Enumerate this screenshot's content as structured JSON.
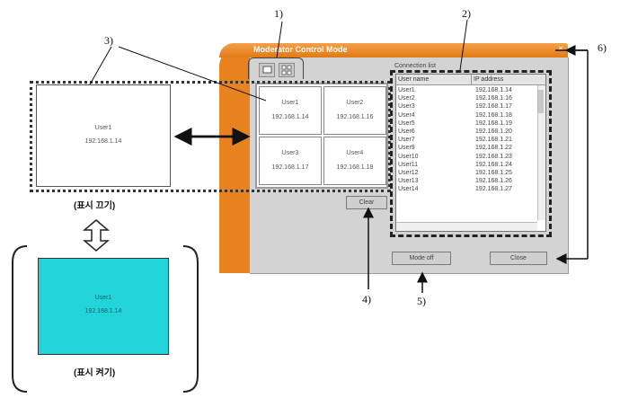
{
  "window": {
    "title": "Moderator Control Mode",
    "close_glyph": "×",
    "accent_color": "#e8821e",
    "body_color": "#d3d3d3"
  },
  "layout_buttons": [
    {
      "name": "single-view",
      "icon": "single-screen-icon"
    },
    {
      "name": "quad-view",
      "icon": "quad-grid-icon"
    }
  ],
  "grid_tiles": [
    {
      "user": "User1",
      "ip": "192.168.1.14"
    },
    {
      "user": "User2",
      "ip": "192.168.1.16"
    },
    {
      "user": "User3",
      "ip": "192.168.1.17"
    },
    {
      "user": "User4",
      "ip": "192.168.1.18"
    }
  ],
  "clear_label": "Clear",
  "connection_list": {
    "label": "Connection list",
    "columns": [
      "User name",
      "IP address"
    ],
    "rows": [
      {
        "name": "User1",
        "ip": "192.168.1.14"
      },
      {
        "name": "User2",
        "ip": "192.168.1.16"
      },
      {
        "name": "User3",
        "ip": "192.168.1.17"
      },
      {
        "name": "User4",
        "ip": "192.168.1.18"
      },
      {
        "name": "User5",
        "ip": "192.168.1.19"
      },
      {
        "name": "User6",
        "ip": "192.168.1.20"
      },
      {
        "name": "User7",
        "ip": "192.168.1.21"
      },
      {
        "name": "User9",
        "ip": "192.168.1.22"
      },
      {
        "name": "User10",
        "ip": "192.168.1.23"
      },
      {
        "name": "User11",
        "ip": "192.168.1.24"
      },
      {
        "name": "User12",
        "ip": "192.168.1.25"
      },
      {
        "name": "User13",
        "ip": "192.168.1.26"
      },
      {
        "name": "User14",
        "ip": "192.168.1.27"
      }
    ]
  },
  "buttons": {
    "mode_off": "Mode off",
    "close": "Close"
  },
  "preview_small": {
    "user": "User1",
    "ip": "192.168.1.14",
    "caption": "(표시 끄기)"
  },
  "preview_big": {
    "user": "User1",
    "ip": "192.168.1.14",
    "caption": "(표시 켜기)",
    "color": "#22d3da"
  },
  "callouts": [
    "1)",
    "2)",
    "3)",
    "4)",
    "5)",
    "6)"
  ]
}
